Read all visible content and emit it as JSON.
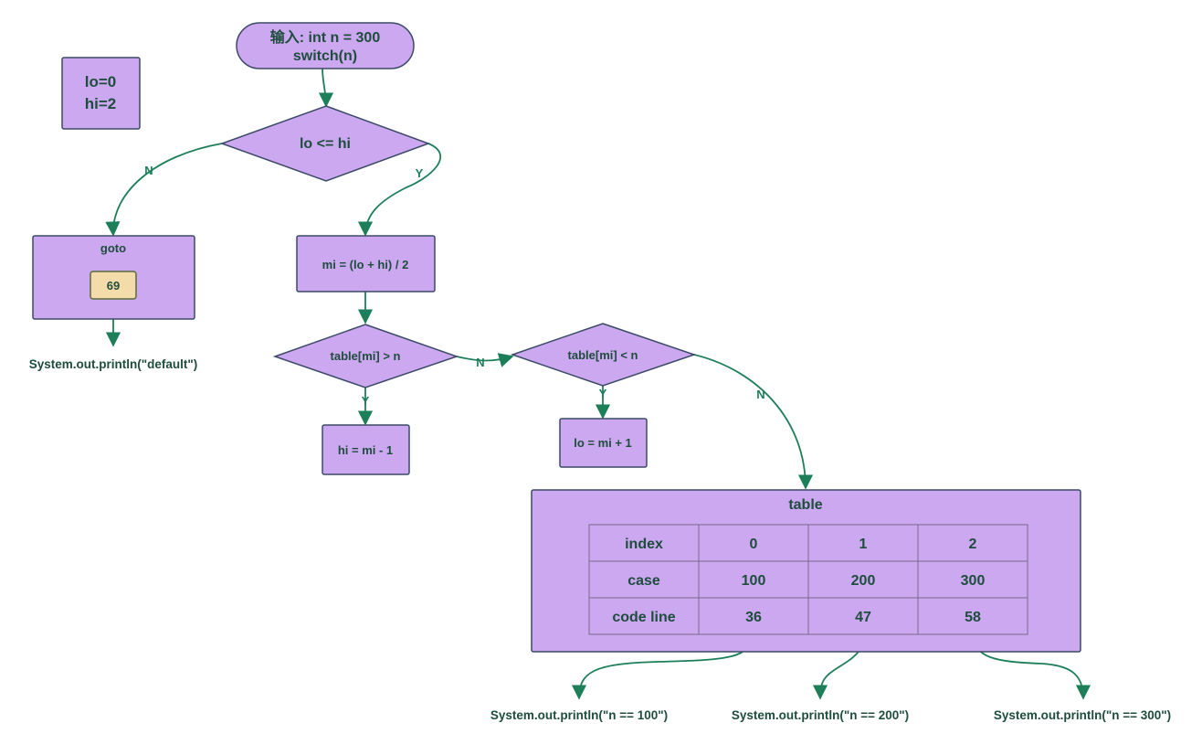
{
  "nodes": {
    "input_line1": "输入: int n = 300",
    "input_line2": "switch(n)",
    "vars_lo": "lo=0",
    "vars_hi": "hi=2",
    "cond_lo_hi": "lo <= hi",
    "goto_title": "goto",
    "goto_value": "69",
    "default_output": "System.out.println(\"default\")",
    "mi_calc": "mi = (lo + hi) / 2",
    "cond_gt": "table[mi] > n",
    "cond_lt": "table[mi] < n",
    "hi_update": "hi = mi - 1",
    "lo_update": "lo = mi + 1"
  },
  "edge_labels": {
    "no_left": "N",
    "yes_right": "Y",
    "gt_yes": "Y",
    "gt_no": "N",
    "lt_yes": "Y",
    "lt_no": "N"
  },
  "table": {
    "title": "table",
    "header": [
      "index",
      "0",
      "1",
      "2"
    ],
    "rows": [
      [
        "case",
        "100",
        "200",
        "300"
      ],
      [
        "code line",
        "36",
        "47",
        "58"
      ]
    ]
  },
  "outputs": [
    "System.out.println(\"n == 100\")",
    "System.out.println(\"n == 200\")",
    "System.out.println(\"n == 300\")"
  ]
}
